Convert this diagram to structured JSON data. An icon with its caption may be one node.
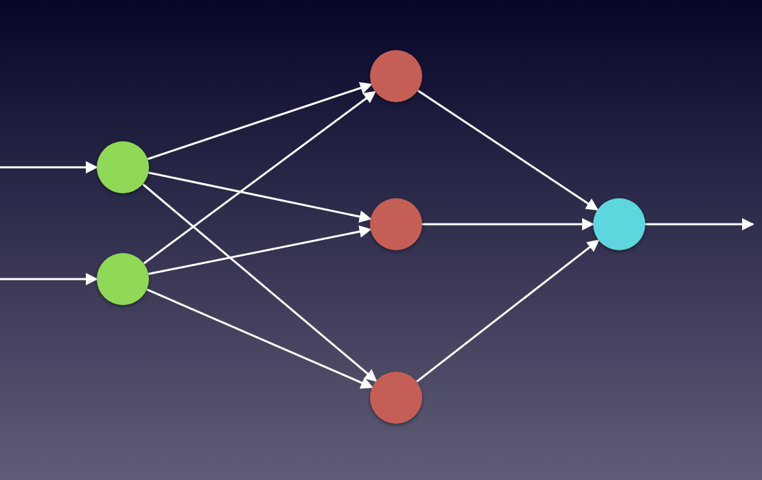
{
  "diagram": {
    "nodes": [
      {
        "text": [],
        "shape": "circle"
      },
      {
        "text": [],
        "shape": "circle"
      },
      {
        "text": [],
        "shape": "circle"
      },
      {
        "text": [],
        "shape": "circle"
      },
      {
        "text": [],
        "shape": "circle"
      },
      {
        "text": [],
        "shape": "circle"
      }
    ],
    "edges": [
      {
        "from": null,
        "to": 0,
        "arrow": "to"
      },
      {
        "from": null,
        "to": 1,
        "arrow": "to"
      },
      {
        "from": 0,
        "to": 2,
        "arrow": "to"
      },
      {
        "from": 0,
        "to": 3,
        "arrow": "to"
      },
      {
        "from": 0,
        "to": 4,
        "arrow": "to"
      },
      {
        "from": 1,
        "to": 2,
        "arrow": "to"
      },
      {
        "from": 1,
        "to": 3,
        "arrow": "to"
      },
      {
        "from": 1,
        "to": 4,
        "arrow": "to"
      },
      {
        "from": 2,
        "to": 5,
        "arrow": "to"
      },
      {
        "from": 3,
        "to": 5,
        "arrow": "to"
      },
      {
        "from": 4,
        "to": 5,
        "arrow": "to"
      },
      {
        "from": 5,
        "to": null,
        "arrow": "to"
      }
    ]
  }
}
